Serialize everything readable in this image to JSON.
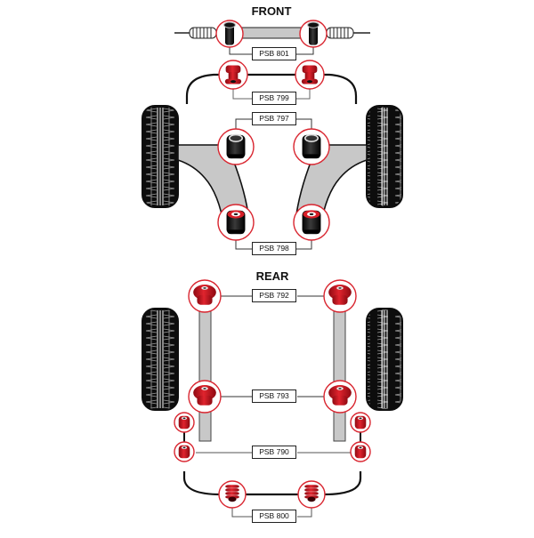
{
  "sections": {
    "front": {
      "title": "FRONT",
      "parts": [
        {
          "code": "PSB 801",
          "description": "steering rack bushes",
          "bush_color": "black"
        },
        {
          "code": "PSB 799",
          "description": "anti-roll bar bushes",
          "bush_color": "red"
        },
        {
          "code": "PSB 797",
          "description": "front wishbone front bushes",
          "bush_color": "black"
        },
        {
          "code": "PSB 798",
          "description": "front wishbone rear bushes",
          "bush_color": "black-red-insert"
        }
      ]
    },
    "rear": {
      "title": "REAR",
      "parts": [
        {
          "code": "PSB 792",
          "description": "rear upper bushes",
          "bush_color": "red"
        },
        {
          "code": "PSB 793",
          "description": "rear lower bushes",
          "bush_color": "red"
        },
        {
          "code": "PSB 790",
          "description": "rear drop link bushes",
          "bush_color": "red"
        },
        {
          "code": "PSB 800",
          "description": "rear anti-roll bar bushes",
          "bush_color": "red"
        }
      ]
    }
  },
  "colors": {
    "highlight_ring": "#d9252f",
    "red_bush": "#c4111c",
    "black_bush": "#1a1a1a",
    "arm_grey": "#c8c8c8",
    "tyre": "#0d0d0d"
  }
}
